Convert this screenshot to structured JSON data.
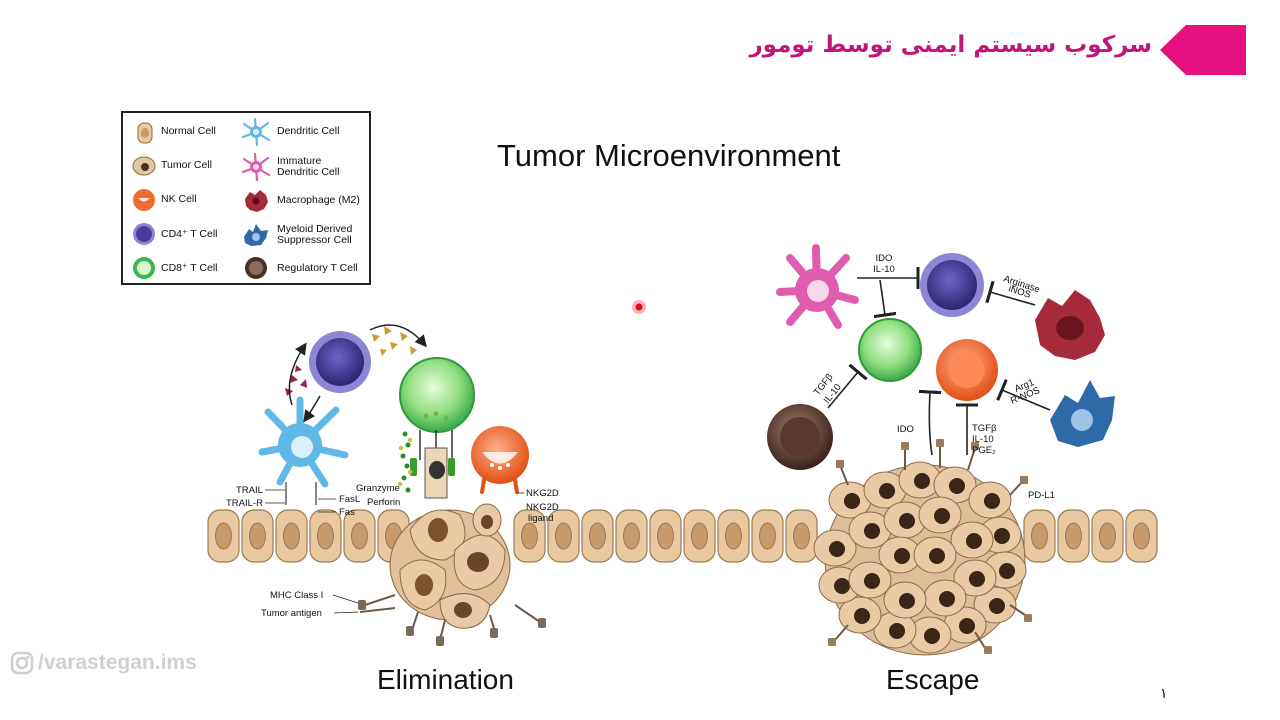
{
  "slide_title": "سرکوب سیستم ایمنی توسط تومور",
  "main_title": "Tumor Microenvironment",
  "legend": {
    "normal_cell": "Normal Cell",
    "tumor_cell": "Tumor Cell",
    "nk_cell": "NK Cell",
    "cd4_cell": "CD4⁺ T Cell",
    "cd8_cell": "CD8⁺ T Cell",
    "dendritic_cell": "Dendritic Cell",
    "immature_dc_1": "Immature",
    "immature_dc_2": "Dendritic Cell",
    "macrophage": "Macrophage (M2)",
    "mdsc_1": "Myeloid Derived",
    "mdsc_2": "Suppressor Cell",
    "treg": "Regulatory T Cell"
  },
  "elimination": {
    "caption": "Elimination",
    "trail": "TRAIL",
    "trail_r": "TRAIL-R",
    "fasl": "FasL",
    "fas": "Fas",
    "granzyme": "Granzyme",
    "perforin": "Perforin",
    "nkg2d": "NKG2D",
    "nkg2d_ligand_1": "NKG2D",
    "nkg2d_ligand_2": "ligand",
    "mhc_class_i": "MHC Class I",
    "tumor_antigen": "Tumor antigen"
  },
  "escape": {
    "caption": "Escape",
    "ido_il10_1": "IDO",
    "ido_il10_2": "IL-10",
    "arginase": "Arginase",
    "inos": "iNOS",
    "tgfb_il10_1": "TGFβ",
    "tgfb_il10_2": "IL-10",
    "arg1": "Arg1",
    "rnos": "R-NOS",
    "ido": "IDO",
    "tgfb": "TGFβ",
    "il10": "IL-10",
    "pge2": "PGE₂",
    "pdl1": "PD-L1"
  },
  "watermark": "/varastegan.ims",
  "page_number": "۱",
  "colors": {
    "title": "#c0167a",
    "flag": "#e6107e",
    "normal_cell": "#e9c9a0",
    "tumor_cell": "#e2c7a4",
    "nk_cell": "#f06a2e",
    "cd4_cell": "#4b3d9e",
    "cd8_cell": "#3eb94b",
    "dendritic_cell": "#5fb8e6",
    "immature_dc": "#e05cae",
    "macrophage": "#a52a3a",
    "mdsc": "#2f6aa8",
    "treg": "#4a2e25"
  }
}
